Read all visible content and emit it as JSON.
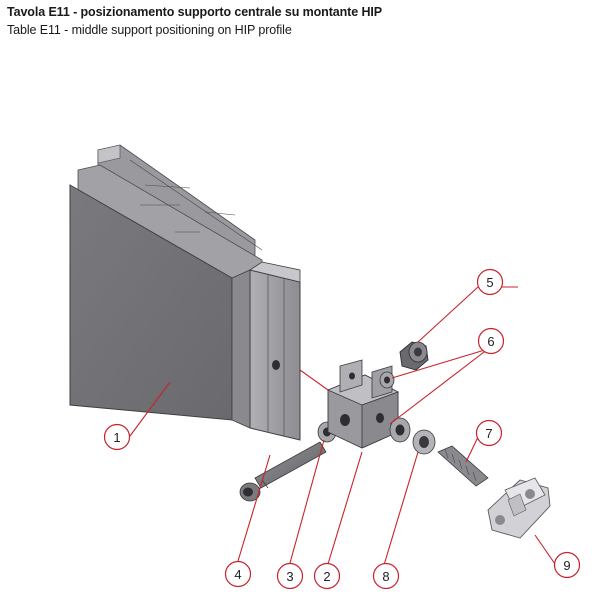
{
  "header": {
    "title": "Tavola E11 - posizionamento supporto centrale su montante HIP",
    "subtitle": "Table E11 - middle support positioning on HIP profile"
  },
  "callouts": [
    {
      "id": "1",
      "label": "1"
    },
    {
      "id": "2",
      "label": "2"
    },
    {
      "id": "3",
      "label": "3"
    },
    {
      "id": "4",
      "label": "4"
    },
    {
      "id": "5",
      "label": "5"
    },
    {
      "id": "6",
      "label": "6"
    },
    {
      "id": "7",
      "label": "7"
    },
    {
      "id": "8",
      "label": "8"
    },
    {
      "id": "9",
      "label": "9"
    }
  ],
  "colors": {
    "leader_line": "#c8222c",
    "part_gray_dark": "#6e6e72",
    "part_gray_mid": "#8c8c90",
    "part_gray_light": "#b8b8bc"
  }
}
